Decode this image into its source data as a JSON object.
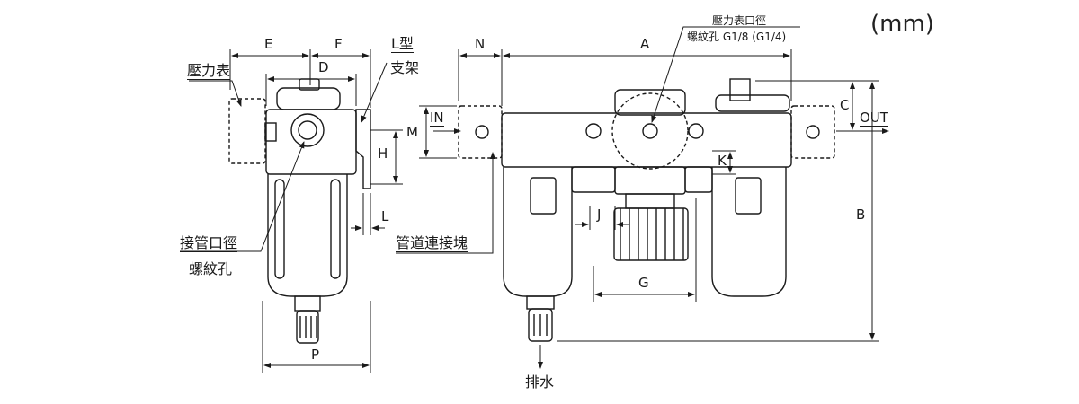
{
  "unit": "(mm)",
  "side_view": {
    "dims": {
      "E": "E",
      "F": "F",
      "D": "D",
      "H": "H",
      "L": "L",
      "P": "P"
    },
    "labels": {
      "gauge": "壓力表",
      "bracket_1": "L型",
      "bracket_2": "支架",
      "port_1": "接管口徑",
      "port_2": "螺紋孔"
    }
  },
  "front_view": {
    "dims": {
      "N": "N",
      "A": "A",
      "M": "M",
      "C": "C",
      "B": "B",
      "J": "J",
      "K": "K",
      "G": "G"
    },
    "labels": {
      "in": "IN",
      "out": "OUT",
      "gauge_port_1": "壓力表口徑",
      "gauge_port_2": "螺紋孔 G1/8 (G1/4)",
      "manifold": "管道連接塊",
      "drain": "排水"
    }
  }
}
